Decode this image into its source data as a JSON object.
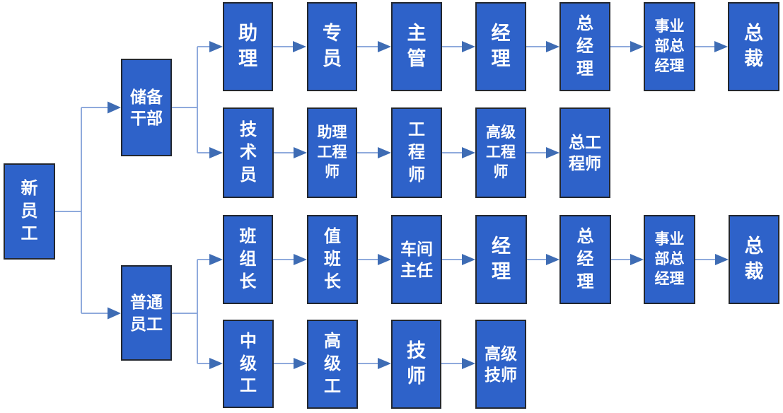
{
  "diagram": {
    "description": "员工职业晋升通道流程图 (employee career promotion path flowchart)",
    "colors": {
      "background": "#FFFFFF",
      "node_fill": "#2E62C9",
      "node_border": "#23272E",
      "node_text": "#FFFFFF",
      "connector_line": "#8FAADC",
      "arrowhead": "#3E6CB4"
    },
    "nodes": {
      "new_employee": {
        "label": "新\n员\n工"
      },
      "reserve_cadre": {
        "label": "储备\n干部"
      },
      "ordinary_employee": {
        "label": "普通\n员工"
      },
      "assistant": {
        "label": "助\n理"
      },
      "specialist": {
        "label": "专\n员"
      },
      "supervisor": {
        "label": "主\n管"
      },
      "manager_1": {
        "label": "经\n理"
      },
      "general_manager_1": {
        "label": "总\n经\n理"
      },
      "division_gm_1": {
        "label": "事业\n部总\n经理"
      },
      "president_1": {
        "label": "总\n裁"
      },
      "technician": {
        "label": "技\n术\n员"
      },
      "assistant_engineer": {
        "label": "助理\n工程\n师"
      },
      "engineer": {
        "label": "工\n程\n师"
      },
      "senior_engineer": {
        "label": "高级\n工程\n师"
      },
      "chief_engineer": {
        "label": "总工\n程师"
      },
      "team_leader": {
        "label": "班\n组\n长"
      },
      "shift_leader": {
        "label": "值\n班\n长"
      },
      "workshop_director": {
        "label": "车间\n主任"
      },
      "manager_2": {
        "label": "经\n理"
      },
      "general_manager_2": {
        "label": "总\n经\n理"
      },
      "division_gm_2": {
        "label": "事业\n部总\n经理"
      },
      "president_2": {
        "label": "总\n裁"
      },
      "intermediate_worker": {
        "label": "中\n级\n工"
      },
      "senior_worker": {
        "label": "高\n级\n工"
      },
      "technician_master": {
        "label": "技\n师"
      },
      "senior_technician": {
        "label": "高级\n技师"
      }
    },
    "edges": [
      [
        "new_employee",
        "reserve_cadre"
      ],
      [
        "new_employee",
        "ordinary_employee"
      ],
      [
        "reserve_cadre",
        "assistant"
      ],
      [
        "assistant",
        "specialist"
      ],
      [
        "specialist",
        "supervisor"
      ],
      [
        "supervisor",
        "manager_1"
      ],
      [
        "manager_1",
        "general_manager_1"
      ],
      [
        "general_manager_1",
        "division_gm_1"
      ],
      [
        "division_gm_1",
        "president_1"
      ],
      [
        "reserve_cadre",
        "technician"
      ],
      [
        "technician",
        "assistant_engineer"
      ],
      [
        "assistant_engineer",
        "engineer"
      ],
      [
        "engineer",
        "senior_engineer"
      ],
      [
        "senior_engineer",
        "chief_engineer"
      ],
      [
        "ordinary_employee",
        "team_leader"
      ],
      [
        "team_leader",
        "shift_leader"
      ],
      [
        "shift_leader",
        "workshop_director"
      ],
      [
        "workshop_director",
        "manager_2"
      ],
      [
        "manager_2",
        "general_manager_2"
      ],
      [
        "general_manager_2",
        "division_gm_2"
      ],
      [
        "division_gm_2",
        "president_2"
      ],
      [
        "ordinary_employee",
        "intermediate_worker"
      ],
      [
        "intermediate_worker",
        "senior_worker"
      ],
      [
        "senior_worker",
        "technician_master"
      ],
      [
        "technician_master",
        "senior_technician"
      ]
    ]
  }
}
